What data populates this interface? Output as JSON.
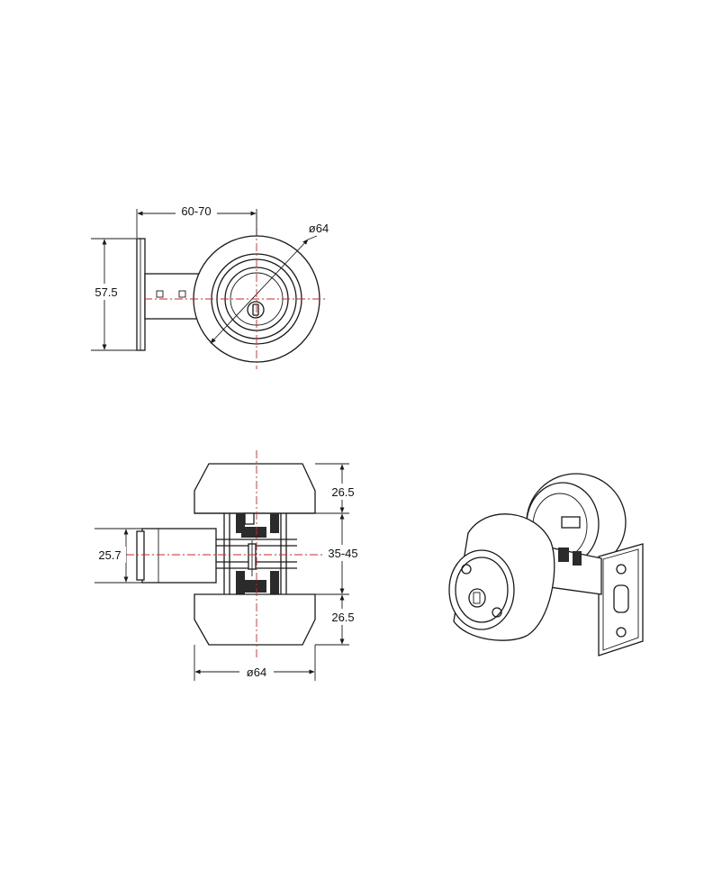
{
  "dimensions": {
    "side_view": {
      "backset": "60-70",
      "height": "57.5",
      "diameter": "ø64"
    },
    "section_view": {
      "top_height": "26.5",
      "door_thickness": "35-45",
      "bottom_height": "26.5",
      "bolt_height": "25.7",
      "diameter": "ø64"
    }
  },
  "colors": {
    "line": "#1a1a1a",
    "centerline": "#d2262a",
    "background": "#ffffff"
  }
}
